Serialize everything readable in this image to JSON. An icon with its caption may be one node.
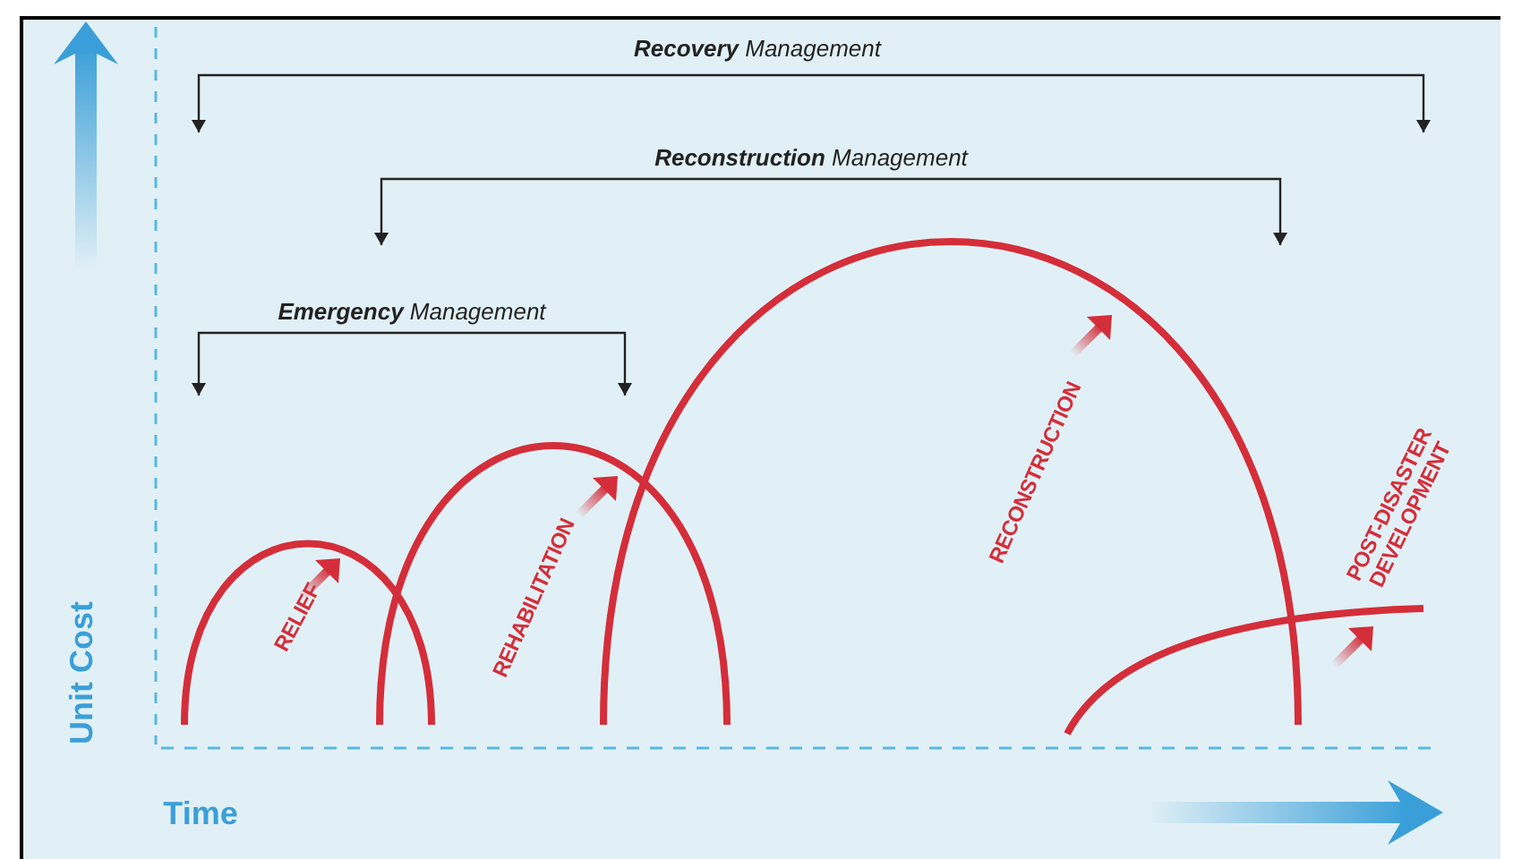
{
  "diagram": {
    "labels": [
      "**Recovery** Management",
      "**Reconstruction** Management",
      "**Emergency** Management",
      "RELIEF",
      "REHABILITATION",
      "RECONSTRUCTION",
      "POST-DISASTER DEVELOPMENT",
      "Unit Cost",
      "Time"
    ]
  }
}
